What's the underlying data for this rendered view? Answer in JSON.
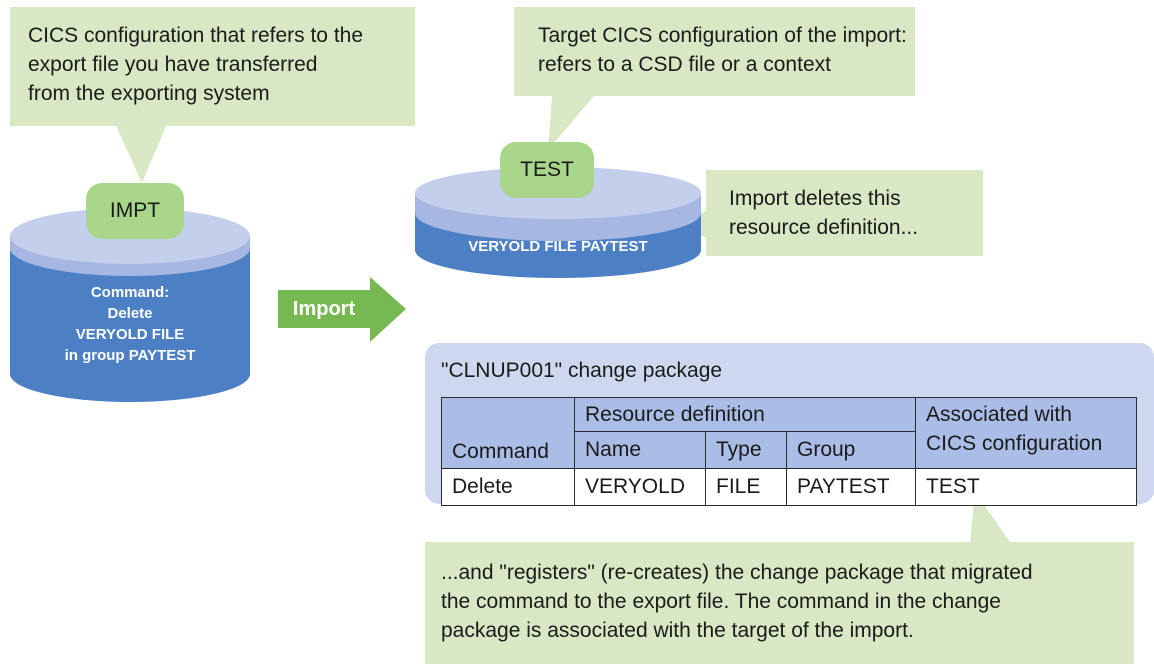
{
  "callouts": {
    "source_config": {
      "lines": [
        "CICS configuration that refers to the",
        "export file you have transferred",
        "from the exporting system"
      ]
    },
    "target_config": {
      "lines": [
        "Target CICS configuration of the import:",
        "refers to a CSD file or a context"
      ]
    },
    "delete_note": {
      "lines": [
        "Import deletes this",
        "resource definition..."
      ]
    },
    "register_note": {
      "lines": [
        "...and \"registers\" (re-creates) the change package that migrated",
        "the command to the export file. The command in the change",
        "package is associated with the target of the import."
      ]
    }
  },
  "source_drum": {
    "label": "IMPT",
    "command_lines": [
      "Command:",
      "Delete",
      "VERYOLD FILE",
      "in group PAYTEST"
    ]
  },
  "target_drum": {
    "label": "TEST",
    "resource": "VERYOLD FILE PAYTEST"
  },
  "import_arrow": {
    "label": "Import"
  },
  "change_package": {
    "title": "\"CLNUP001\" change package",
    "headers": {
      "command": "Command",
      "resource_definition": "Resource definition",
      "name": "Name",
      "type": "Type",
      "group": "Group",
      "associated_lines": [
        "Associated with",
        "CICS configuration"
      ]
    },
    "rows": [
      {
        "command": "Delete",
        "name": "VERYOLD",
        "type": "FILE",
        "group": "PAYTEST",
        "associated": "TEST"
      }
    ]
  },
  "colors": {
    "callout_bg": "#d8e8c4",
    "pill_bg": "#a9d68b",
    "drum_top": "#c4cfec",
    "drum_body": "#4c7fc4",
    "arrow": "#76b852",
    "panel_bg": "#cdd8ee",
    "table_header": "#aabde6"
  }
}
